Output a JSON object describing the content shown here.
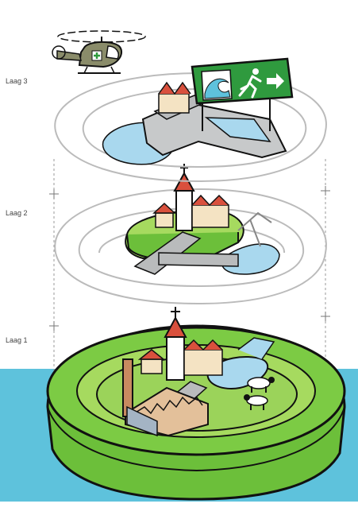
{
  "diagram": {
    "layers": [
      {
        "id": "laag3",
        "label": "Laag 3"
      },
      {
        "id": "laag2",
        "label": "Laag 2"
      },
      {
        "id": "laag1",
        "label": "Laag 1"
      }
    ]
  },
  "colors": {
    "sea": "#5ec2dc",
    "dike_green": "#6cbf3a",
    "dike_light": "#a6da5f",
    "water": "#a9d8ee",
    "road": "#b9bbbc",
    "sign_green": "#2f9a3e",
    "roof_red": "#d9503d",
    "house_wall": "#f4e3c3",
    "factory": "#e3c09a"
  },
  "icons": [
    "helicopter-icon",
    "evacuation-sign-icon",
    "running-person-icon",
    "arrow-right-icon",
    "wave-icon",
    "church-icon",
    "cow-icon",
    "factory-icon"
  ]
}
